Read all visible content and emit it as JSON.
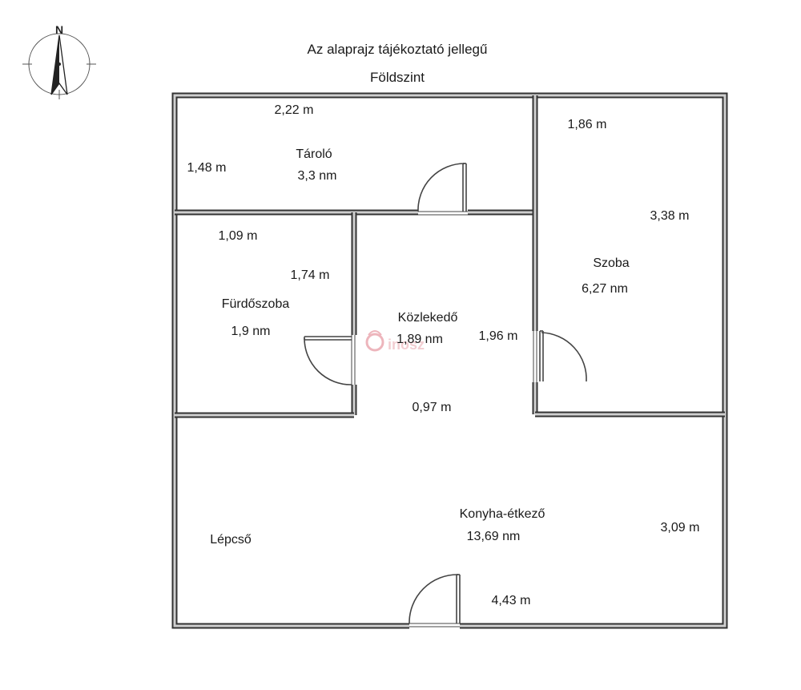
{
  "header": {
    "title": "Az alaprajz tájékoztató jellegű",
    "level": "Földszint"
  },
  "compass": {
    "north_label": "N"
  },
  "watermark": {
    "text": "inosz",
    "color": "#e8a6ad"
  },
  "colors": {
    "wall": "#333333",
    "wall_hatch": "#bdbdbd",
    "door": "#444444"
  },
  "rooms": {
    "tarolo": {
      "name": "Tároló",
      "area": "3,3 nm",
      "dim_width": "2,22 m",
      "dim_height": "1,48 m"
    },
    "szoba": {
      "name": "Szoba",
      "area": "6,27 nm",
      "dim_width": "1,86 m",
      "dim_height": "3,38 m"
    },
    "furdoszoba": {
      "name": "Fürdőszoba",
      "area": "1,9 nm",
      "dim_width": "1,09 m",
      "dim_height": "1,74 m"
    },
    "kozlekedo": {
      "name": "Közlekedő",
      "area": "1,89 nm",
      "dim_height": "1,96 m",
      "dim_width": "0,97 m"
    },
    "konyha": {
      "name": "Konyha-étkező",
      "area": "13,69 nm",
      "dim_height": "3,09 m",
      "dim_width": "4,43 m"
    },
    "lepcso": {
      "name": "Lépcső"
    }
  }
}
